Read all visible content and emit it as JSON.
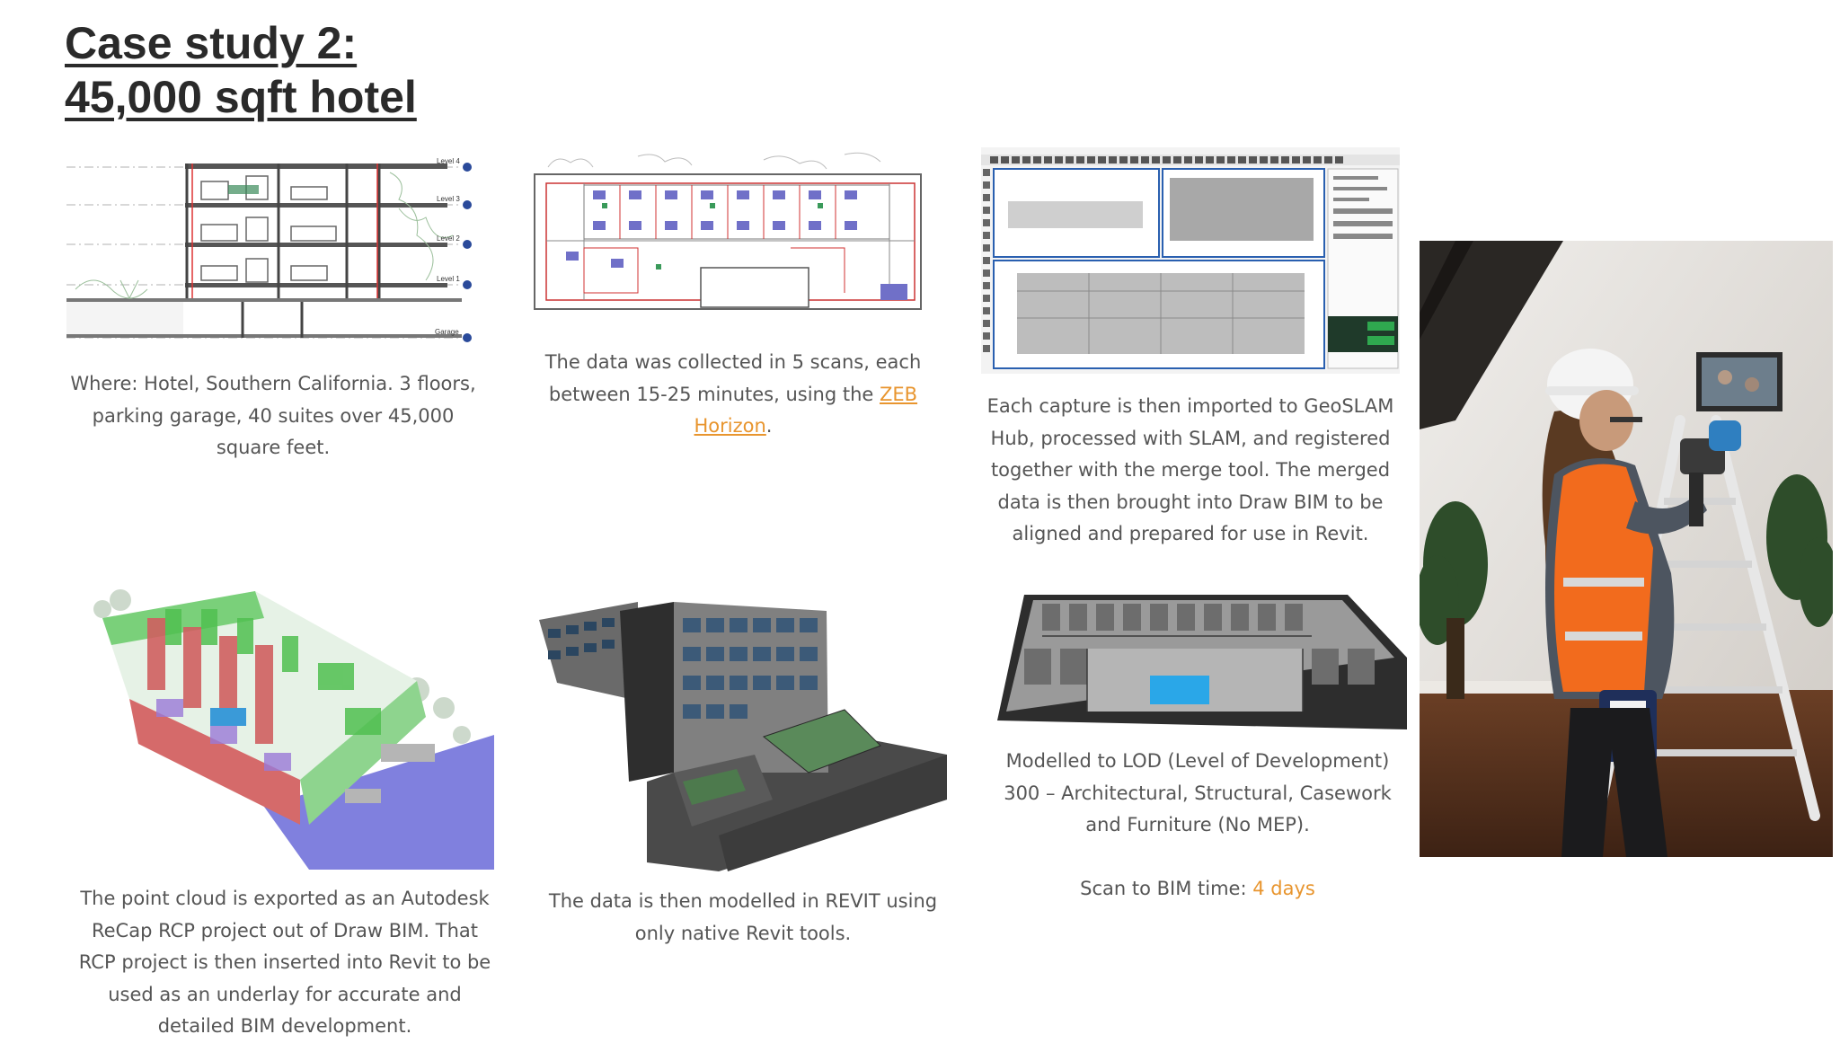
{
  "slide": {
    "title_line1": "Case study 2:",
    "title_line2": "45,000 sqft hotel"
  },
  "colors": {
    "accent": "#e8952e",
    "text": "#555555",
    "title": "#2a2a2a"
  },
  "captions": {
    "where": "Where: Hotel, Southern California. 3 floors, parking garage, 40 suites over 45,000 square feet.",
    "scans_before": "The data was collected in 5 scans, each between 15-25 minutes, using the ",
    "scans_link": "ZEB Horizon",
    "scans_after": ".",
    "geoslam": "Each capture is then imported to GeoSLAM Hub, processed with SLAM, and registered together with the merge tool. The merged data is then brought into Draw BIM to be aligned and prepared for use in Revit.",
    "pointcloud": "The point cloud is exported as an Autodesk ReCap RCP project out of Draw BIM. That RCP project is then inserted into Revit to be used as an underlay for accurate and detailed BIM development.",
    "revit": "The data is then modelled in REVIT using only native Revit tools.",
    "lod": "Modelled to LOD (Level of Development) 300 – Architectural, Structural, Casework and Furniture (No MEP).",
    "time_label": "Scan to BIM time: ",
    "time_value": "4 days"
  },
  "figures": {
    "section_levels": [
      "Level 4",
      "Level 3",
      "Level 2",
      "Level 1",
      "Garage"
    ],
    "section_level_icon": "level-marker-icon",
    "photo_icon": "person-scanning-photo"
  }
}
